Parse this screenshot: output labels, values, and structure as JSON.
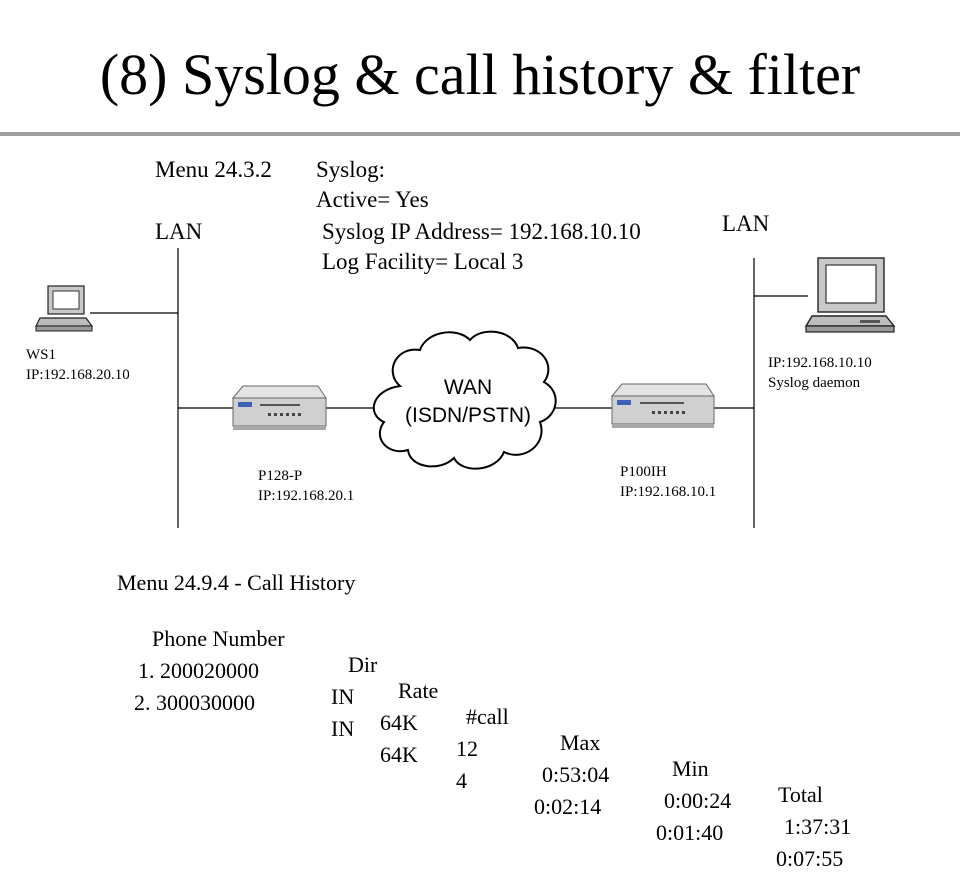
{
  "title": "(8) Syslog & call history & filter",
  "syslog_menu": {
    "menu": "Menu 24.3.2",
    "heading": "Syslog:",
    "active": "Active= Yes",
    "ip": "Syslog IP Address= 192.168.10.10",
    "facility": "Log Facility= Local 3"
  },
  "lan_left": "LAN",
  "lan_right": "LAN",
  "ws1": {
    "name": "WS1",
    "ip": "IP:192.168.20.10"
  },
  "syslog_host": {
    "ip": "IP:192.168.10.10",
    "label": "Syslog daemon"
  },
  "router_left": {
    "name": "P128-P",
    "ip": "IP:192.168.20.1"
  },
  "router_right": {
    "name": "P100IH",
    "ip": "IP:192.168.10.1"
  },
  "wan": {
    "line1": "WAN",
    "line2": "(ISDN/PSTN)"
  },
  "call_history": {
    "title": "Menu 24.9.4 - Call History",
    "headers": [
      "Phone Number",
      "Dir",
      "Rate",
      "#call",
      "Max",
      "Min",
      "Total"
    ],
    "rows": [
      [
        "1. 200020000",
        "IN",
        "64K",
        "12",
        "0:53:04",
        "0:00:24",
        "1:37:31"
      ],
      [
        "2. 300030000",
        "IN",
        "64K",
        "4",
        "0:02:14",
        "0:01:40",
        "0:07:55"
      ]
    ]
  }
}
